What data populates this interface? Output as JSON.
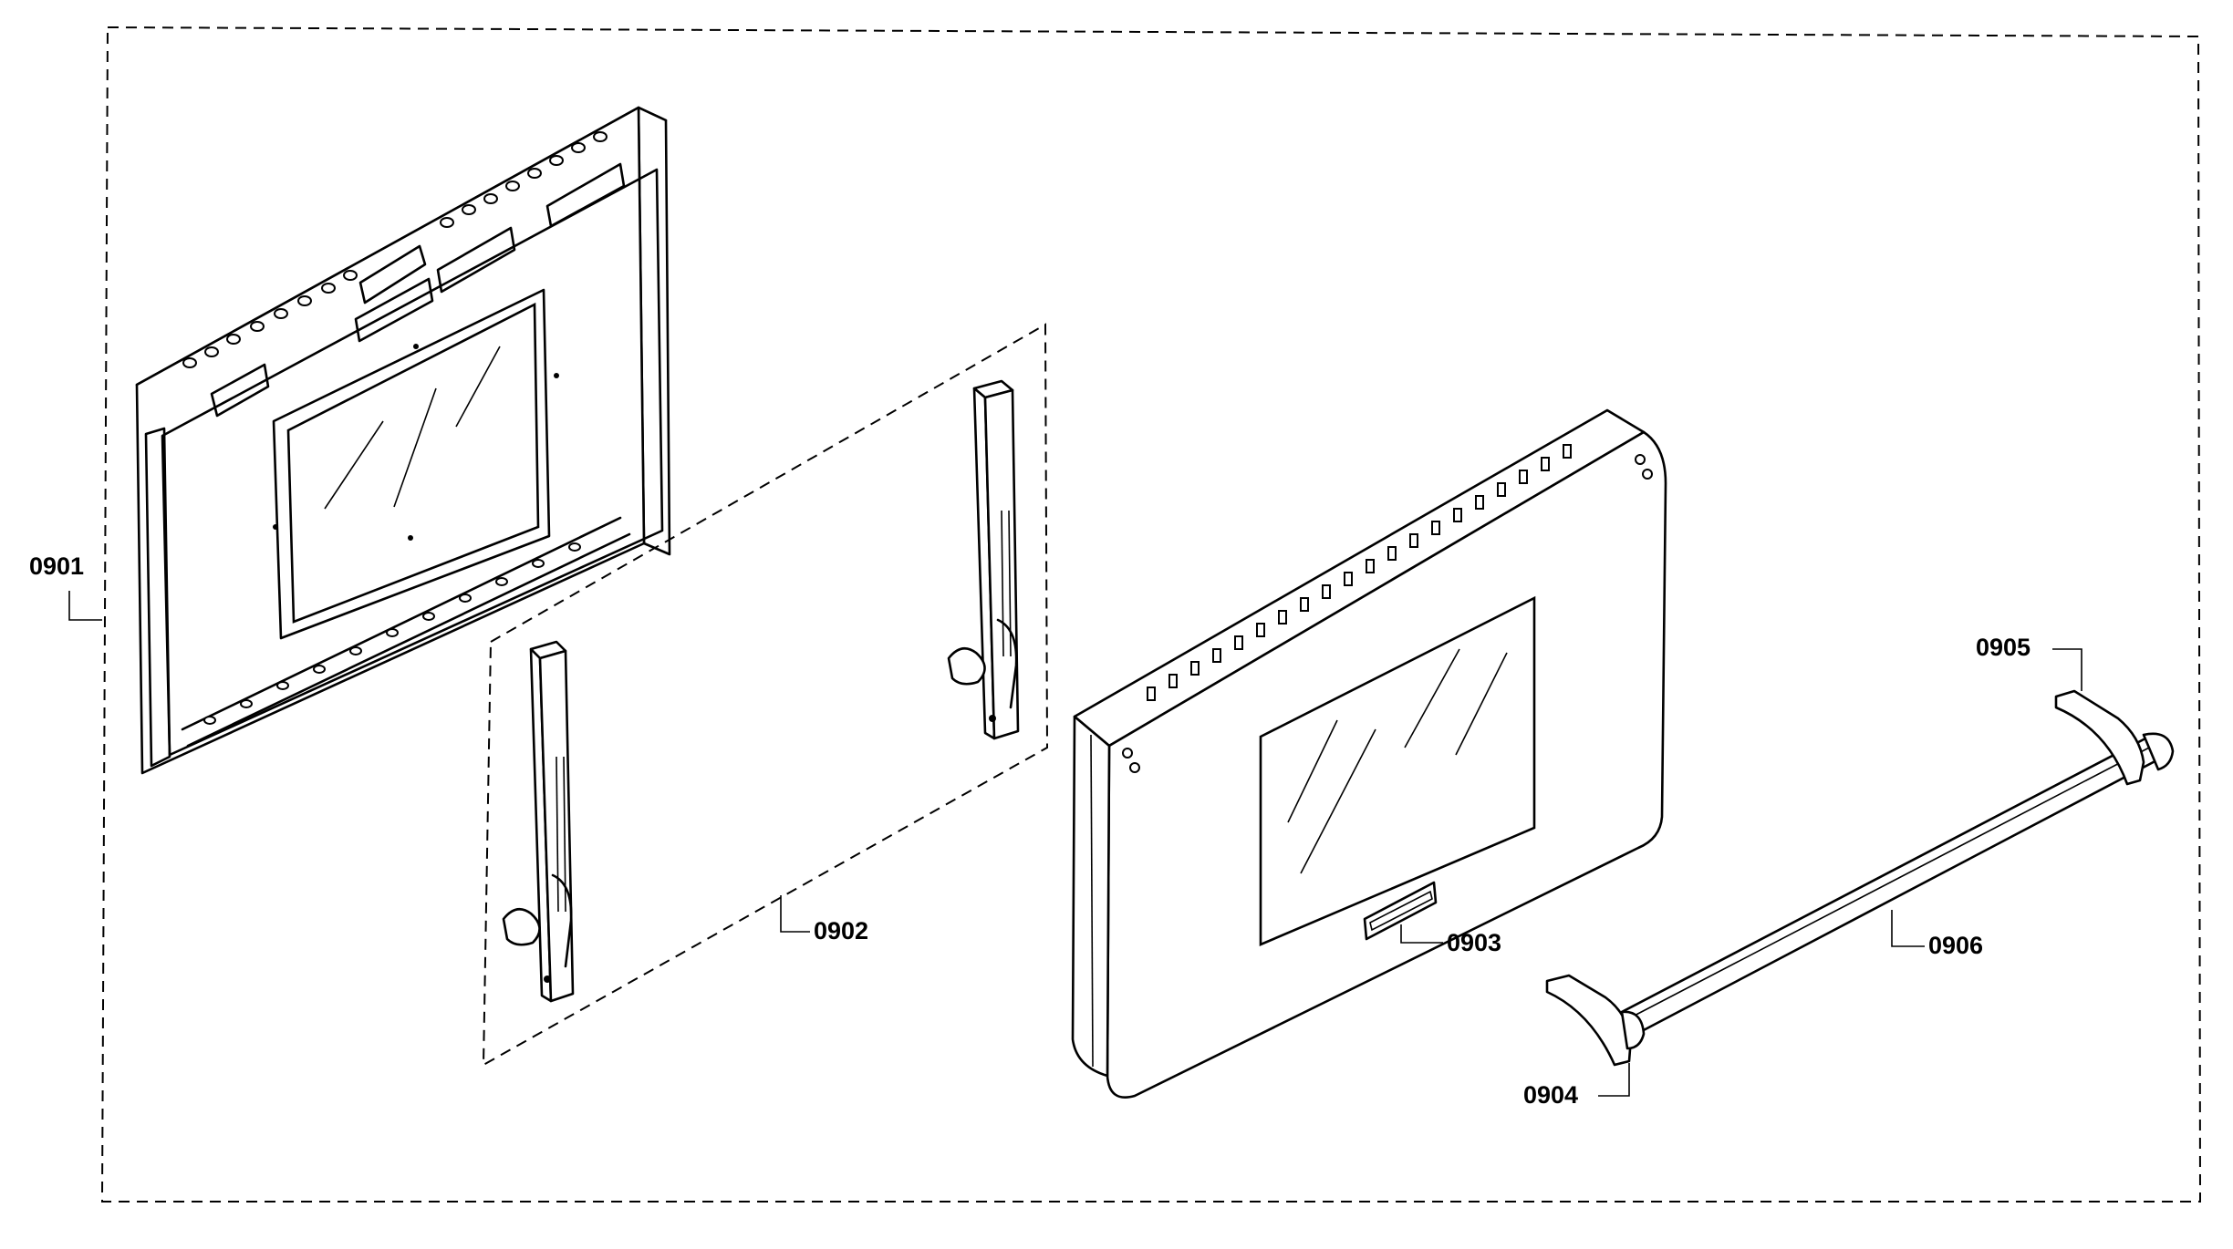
{
  "labels": {
    "p0901": "0901",
    "p0902": "0902",
    "p0903": "0903",
    "p0904": "0904",
    "p0905": "0905",
    "p0906": "0906"
  }
}
